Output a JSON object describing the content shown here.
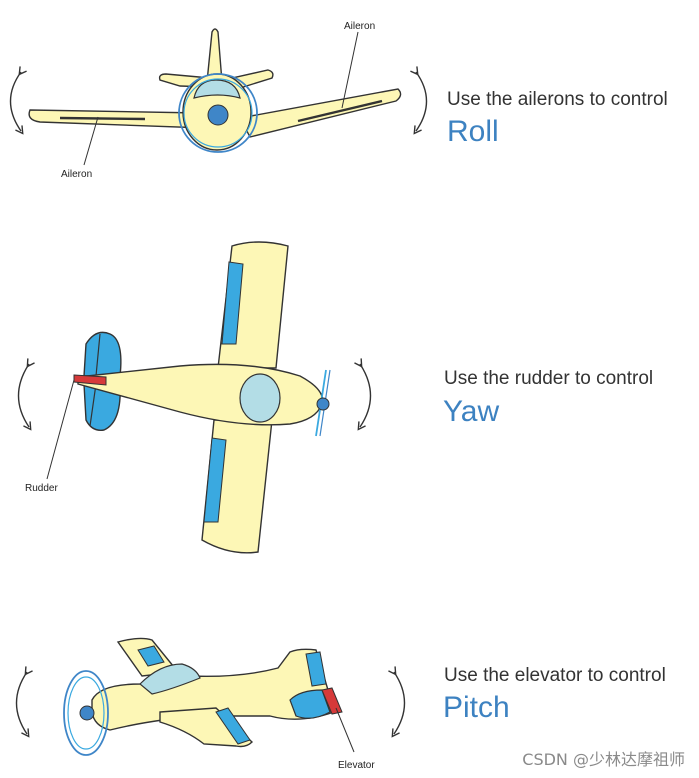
{
  "colors": {
    "body_fill": "#fdf7b6",
    "control_surface": "#3aa9e0",
    "canopy": "#b3dde6",
    "rudder_elevator_accent": "#d63a3a",
    "propeller": "#3f86c8",
    "axis_text": "#3d82c1",
    "caption_text": "#333333",
    "outline": "#333333"
  },
  "panels": [
    {
      "caption": "Use the ailerons to control",
      "axis_word": "Roll",
      "labels": [
        "Aileron",
        "Aileron"
      ],
      "icon": "curved-double-arrow-icon"
    },
    {
      "caption": "Use the rudder to control",
      "axis_word": "Yaw",
      "labels": [
        "Rudder"
      ],
      "icon": "curved-double-arrow-icon"
    },
    {
      "caption": "Use the elevator to control",
      "axis_word": "Pitch",
      "labels": [
        "Elevator"
      ],
      "icon": "curved-double-arrow-icon"
    }
  ],
  "watermark": "CSDN @少林达摩祖师"
}
